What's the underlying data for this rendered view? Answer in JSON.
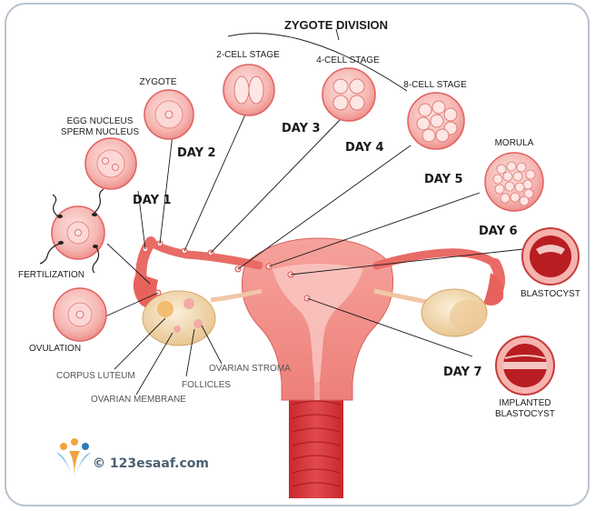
{
  "title": "ZYGOTE DIVISION",
  "labels": {
    "egg_nucleus": "EGG NUCLEUS",
    "sperm_nucleus": "SPERM NUCLEUS",
    "zygote": "ZYGOTE",
    "two_cell": "2-CELL STAGE",
    "four_cell": "4-CELL STAGE",
    "eight_cell": "8-CELL STAGE",
    "morula": "MORULA",
    "blastocyst": "BLASTOCYST",
    "implanted_1": "IMPLANTED",
    "implanted_2": "BLASTOCYST",
    "fertilization": "FERTILIZATION",
    "ovulation": "OVULATION",
    "corpus_luteum": "CORPUS LUTEUM",
    "ovarian_membrane": "OVARIAN MEMBRANE",
    "follicles": "FOLLICLES",
    "ovarian_stroma": "OVARIAN STROMA"
  },
  "days": {
    "day1": "DAY 1",
    "day2": "DAY 2",
    "day3": "DAY 3",
    "day4": "DAY 4",
    "day5": "DAY 5",
    "day6": "DAY 6",
    "day7": "DAY 7"
  },
  "watermark": "© 123esaaf.com",
  "colors": {
    "frame_border": "#b9c3cf",
    "cell_fill": "#f7c4c0",
    "cell_stroke": "#e0605e",
    "uterus": "#f08a84",
    "tube": "#e96b66",
    "ovary": "#f1d9b7",
    "dark_red": "#b81d22"
  }
}
